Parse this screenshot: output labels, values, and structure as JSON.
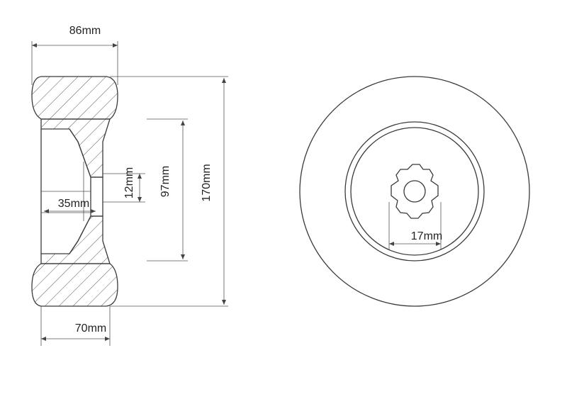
{
  "dimensions": {
    "overall_width": "86mm",
    "tread_width": "70mm",
    "hub_inner_width": "35mm",
    "bore_width": "12mm",
    "hub_diameter": "97mm",
    "outer_diameter": "170mm",
    "hex_across": "17mm"
  },
  "colors": {
    "line": "#3a3a3a",
    "text": "#222222",
    "background": "#ffffff"
  }
}
